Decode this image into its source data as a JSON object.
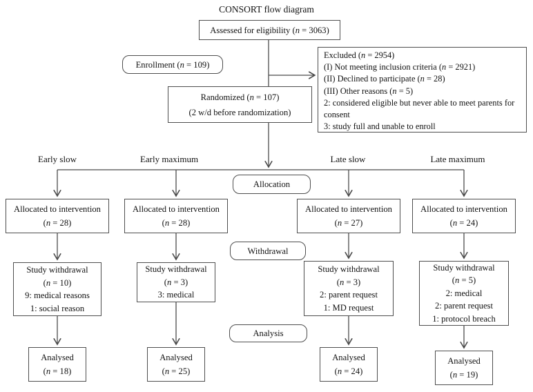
{
  "diagram": {
    "title": "CONSORT flow diagram",
    "assessed": "Assessed for eligibility (n = 3063)",
    "enrollment": "Enrollment (n = 109)",
    "excluded_lines": [
      "Excluded (n = 2954)",
      "(I) Not meeting inclusion criteria (n = 2921)",
      "(II) Declined to participate (n = 28)",
      "(III) Other reasons (n = 5)",
      "2: considered eligible but never able to meet parents for consent",
      "3: study full and unable to enroll"
    ],
    "randomized_lines": [
      "Randomized (n = 107)",
      "(2 w/d before randomization)"
    ],
    "stage_labels": {
      "allocation": "Allocation",
      "withdrawal": "Withdrawal",
      "analysis": "Analysis"
    },
    "columns": [
      {
        "label": "Early slow",
        "allocated_lines": [
          "Allocated to intervention",
          "(n = 28)"
        ],
        "withdrawal_lines": [
          "Study withdrawal",
          "(n = 10)",
          "9: medical reasons",
          "1: social reason"
        ],
        "analysed_lines": [
          "Analysed",
          "(n = 18)"
        ]
      },
      {
        "label": "Early maximum",
        "allocated_lines": [
          "Allocated to intervention",
          "(n = 28)"
        ],
        "withdrawal_lines": [
          "Study withdrawal",
          "(n = 3)",
          "3: medical"
        ],
        "analysed_lines": [
          "Analysed",
          "(n = 25)"
        ]
      },
      {
        "label": "Late slow",
        "allocated_lines": [
          "Allocated to intervention",
          "(n = 27)"
        ],
        "withdrawal_lines": [
          "Study withdrawal",
          "(n = 3)",
          "2: parent request",
          "1: MD request"
        ],
        "analysed_lines": [
          "Analysed",
          "(n = 24)"
        ]
      },
      {
        "label": "Late maximum",
        "allocated_lines": [
          "Allocated to intervention",
          "(n = 24)"
        ],
        "withdrawal_lines": [
          "Study withdrawal",
          "(n = 5)",
          "2: medical",
          "2: parent request",
          "1: protocol breach"
        ],
        "analysed_lines": [
          "Analysed",
          "(n = 19)"
        ]
      }
    ],
    "colors": {
      "line": "#4a4a4a",
      "text": "#111111",
      "background": "#ffffff"
    }
  }
}
